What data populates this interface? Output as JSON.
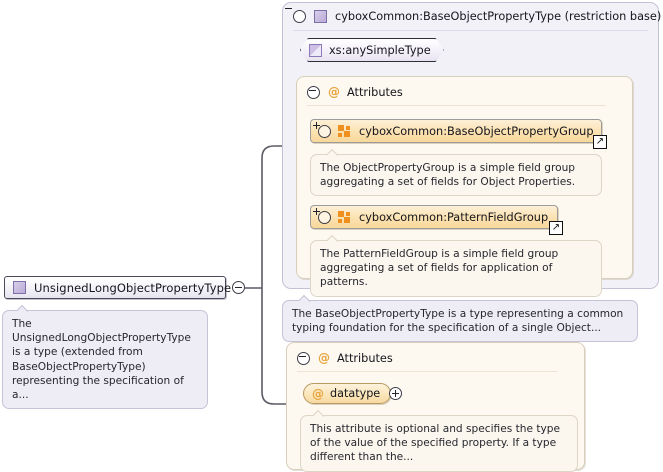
{
  "diagram": {
    "kind": "xsd-schema-documentation",
    "accent_purple": "#b9aad6",
    "accent_orange": "#f0911f",
    "panel_violet_bg": "#f3f1f8",
    "panel_cream_bg": "#fdf9f0"
  },
  "left_node": {
    "label": "UnsignedLongObjectPropertyType",
    "icon": "complex-type-icon",
    "toggle": "minus-toggle",
    "description": "The UnsignedLongObjectPropertyType is a type (extended from BaseObjectPropertyType) representing the specification of a..."
  },
  "restriction_panel": {
    "toggle": "minus-toggle",
    "icon": "complex-type-icon",
    "title": "cyboxCommon:BaseObjectPropertyType (restriction base)",
    "simple_type": {
      "label": "xs:anySimpleType",
      "icon": "simple-type-icon"
    },
    "attributes": {
      "toggle": "minus-toggle",
      "at_glyph": "@",
      "title": "Attributes",
      "groups": [
        {
          "label": "cyboxCommon:BaseObjectPropertyGroup",
          "toggle": "plus-toggle",
          "icon": "attribute-group-icon",
          "external_badge": "↗",
          "description": "The ObjectPropertyGroup is a simple field group aggregating a set of fields for Object Properties."
        },
        {
          "label": "cyboxCommon:PatternFieldGroup",
          "toggle": "plus-toggle",
          "icon": "attribute-group-icon",
          "external_badge": "↗",
          "description": "The PatternFieldGroup is a simple field group aggregating a set of fields for application of patterns."
        }
      ]
    },
    "description": "The BaseObjectPropertyType is a type representing a common typing foundation for the specification of a single Object..."
  },
  "bottom_attributes": {
    "toggle": "minus-toggle",
    "at_glyph": "@",
    "title": "Attributes",
    "items": [
      {
        "label": "datatype",
        "at_glyph": "@",
        "toggle": "plus-toggle",
        "description": "This attribute is optional and specifies the type of the value of the specified property. If a type different than the..."
      }
    ]
  }
}
